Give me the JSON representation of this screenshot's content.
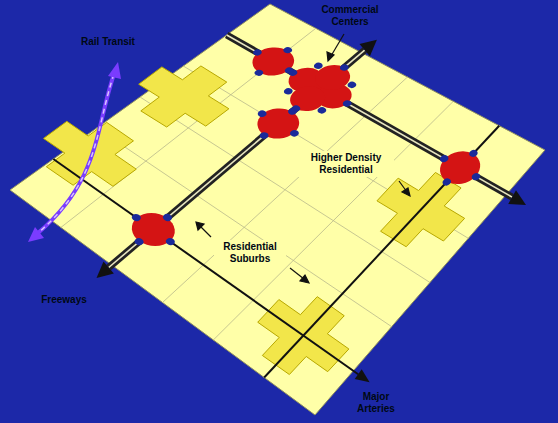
{
  "diagram": {
    "labels": [
      "Commercial Centers",
      "Rail Transit",
      "Higher Density Residential",
      "Residential Suburbs",
      "Freeways",
      "Major Arteries"
    ]
  }
}
